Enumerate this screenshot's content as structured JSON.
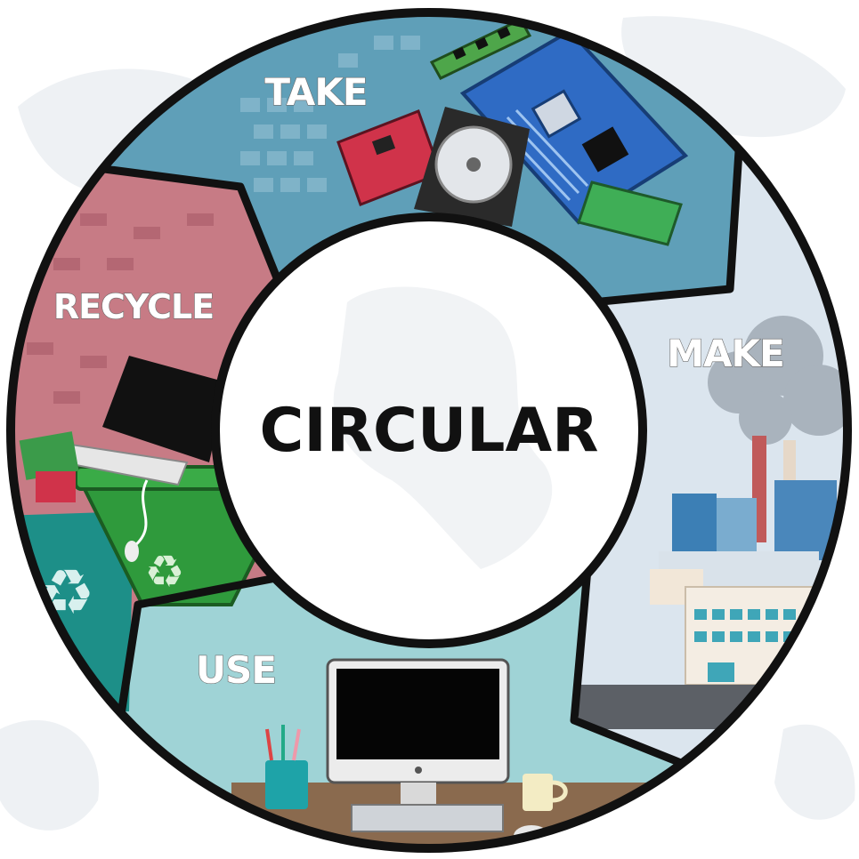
{
  "center": {
    "label": "CIRCULAR"
  },
  "segments": [
    {
      "key": "take",
      "label": "TAKE",
      "color": "#5f9fb8"
    },
    {
      "key": "make",
      "label": "MAKE",
      "color": "#dbe5ee"
    },
    {
      "key": "use",
      "label": "USE",
      "color": "#9fd3d6"
    },
    {
      "key": "recycle",
      "label": "RECYCLE",
      "color": "#c77b85"
    }
  ],
  "colors": {
    "outline": "#111111",
    "center_fill": "#ffffff",
    "map_tint": "#eef1f4"
  }
}
